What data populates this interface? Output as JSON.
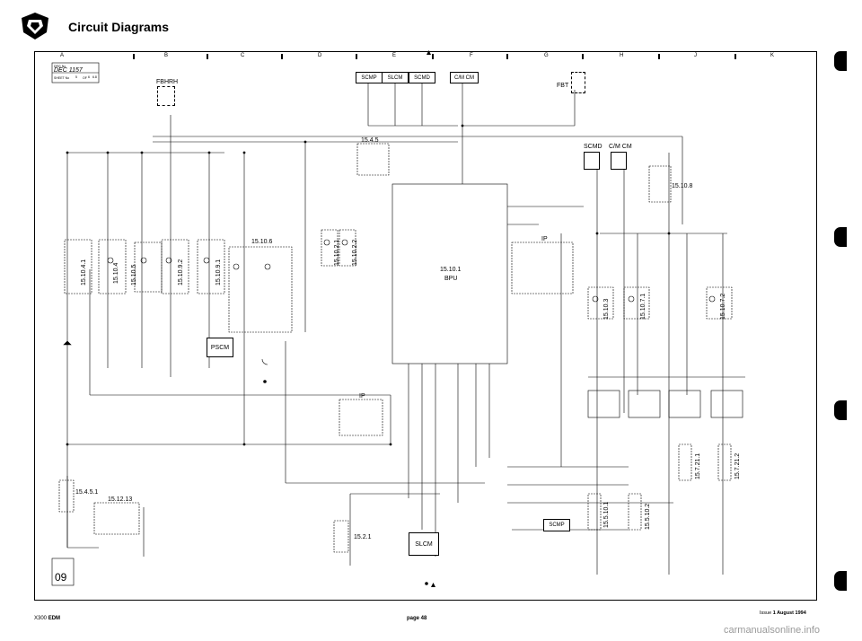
{
  "header": {
    "title": "Circuit Diagrams"
  },
  "columns": [
    "A",
    "B",
    "C",
    "D",
    "E",
    "F",
    "G",
    "H",
    "J",
    "K"
  ],
  "sheet": {
    "drawing_code": "DEC 1157",
    "sheet_no": "5",
    "sheet_of": "6",
    "sheet_version": "6.8",
    "diagram_no": "09"
  },
  "components": {
    "fbhrh": "FBHRH",
    "fbt": "FBT",
    "scmp_top": "SCMP",
    "slcm_top": "SLCM",
    "scmd_top": "SCMD",
    "cm_cm_top": "C/M CM",
    "scmd_right": "SCMD",
    "cm_cm_right": "C/M CM",
    "bpu_code": "15.10.1",
    "bpu_name": "BPU",
    "pscm": "PSCM",
    "slcm_bottom": "SLCM",
    "scmp_bottom": "SCMP",
    "ip_right": "IP",
    "ip_bottom": "IP"
  },
  "refs": {
    "r15_4_5_top": "15.4.5",
    "r15_10_6": "15.10.6",
    "r15_10_8": "15.10.8",
    "r15_4_5_1": "15.4.5.1",
    "r15_12_13": "15.12.13",
    "r15_2_1": "15.2.1",
    "r15_10_4_1": "15.10.4.1",
    "r15_10_4": "15.10.4",
    "r15_10_5": "15.10.5",
    "r15_10_9_2": "15.10.9.2",
    "r15_10_9_1": "15.10.9.1",
    "r15_10_2_1": "15.10.2.1",
    "r15_10_2_2": "15.10.2.2",
    "r15_10_7_1": "15.10.7.1",
    "r15_10_7_2": "15.10.7.2",
    "r15_10_3": "15.10.3",
    "r15_7_21_1": "15.7.21.1",
    "r15_7_21_2": "15.7.21.2",
    "r15_5_10_1": "15.5.10.1",
    "r15_5_10_2": "15.5.10.2"
  },
  "footer": {
    "left_prefix": "X300 ",
    "left_bold": "EDM",
    "center": "page 48",
    "right_prefix": "Issue ",
    "right_bold": "1 August 1994"
  },
  "watermark": "carmanualsonline.info"
}
